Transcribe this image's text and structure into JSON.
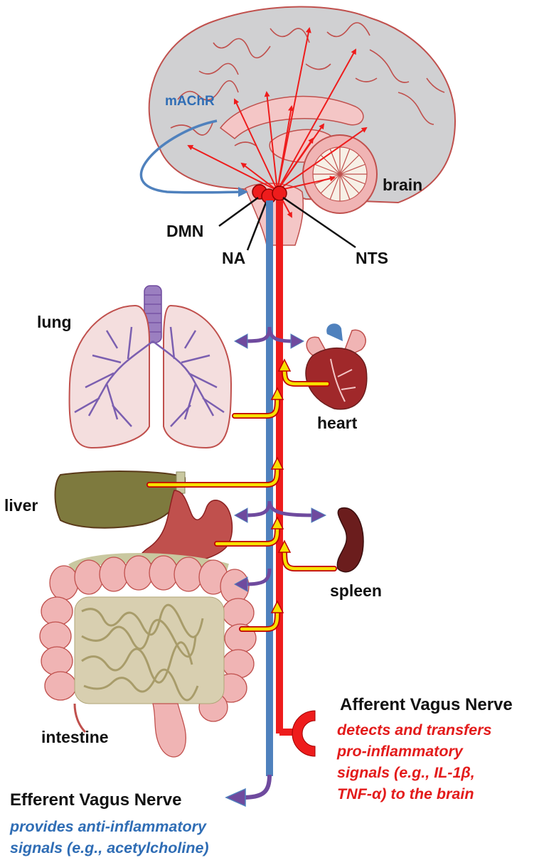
{
  "colors": {
    "efferent": "#4f81bd",
    "afferent": "#ee1c1c",
    "signal": "#f7e000",
    "branch": "#6f4a9e",
    "tissue": "#f4dede",
    "brain_gray": "#d0d0d2",
    "liver": "#7e7a3e",
    "stomach": "#c0504d",
    "spleen": "#6b1d1d",
    "heart": "#a0282a",
    "intestine": "#f0b4b4"
  },
  "labels": {
    "machr": "mAChR",
    "brain": "brain",
    "dmn": "DMN",
    "na": "NA",
    "nts": "NTS",
    "lung": "lung",
    "heart": "heart",
    "liver": "liver",
    "spleen": "spleen",
    "intestine": "intestine"
  },
  "afferent": {
    "title": "Afferent Vagus Nerve",
    "lines": [
      "detects and transfers",
      "pro-inflammatory",
      "signals (e.g., IL-1β,",
      "TNF-α) to the brain"
    ]
  },
  "efferent": {
    "title": "Efferent Vagus Nerve",
    "lines": [
      "provides anti-inflammatory",
      "signals (e.g., acetylcholine)"
    ]
  }
}
